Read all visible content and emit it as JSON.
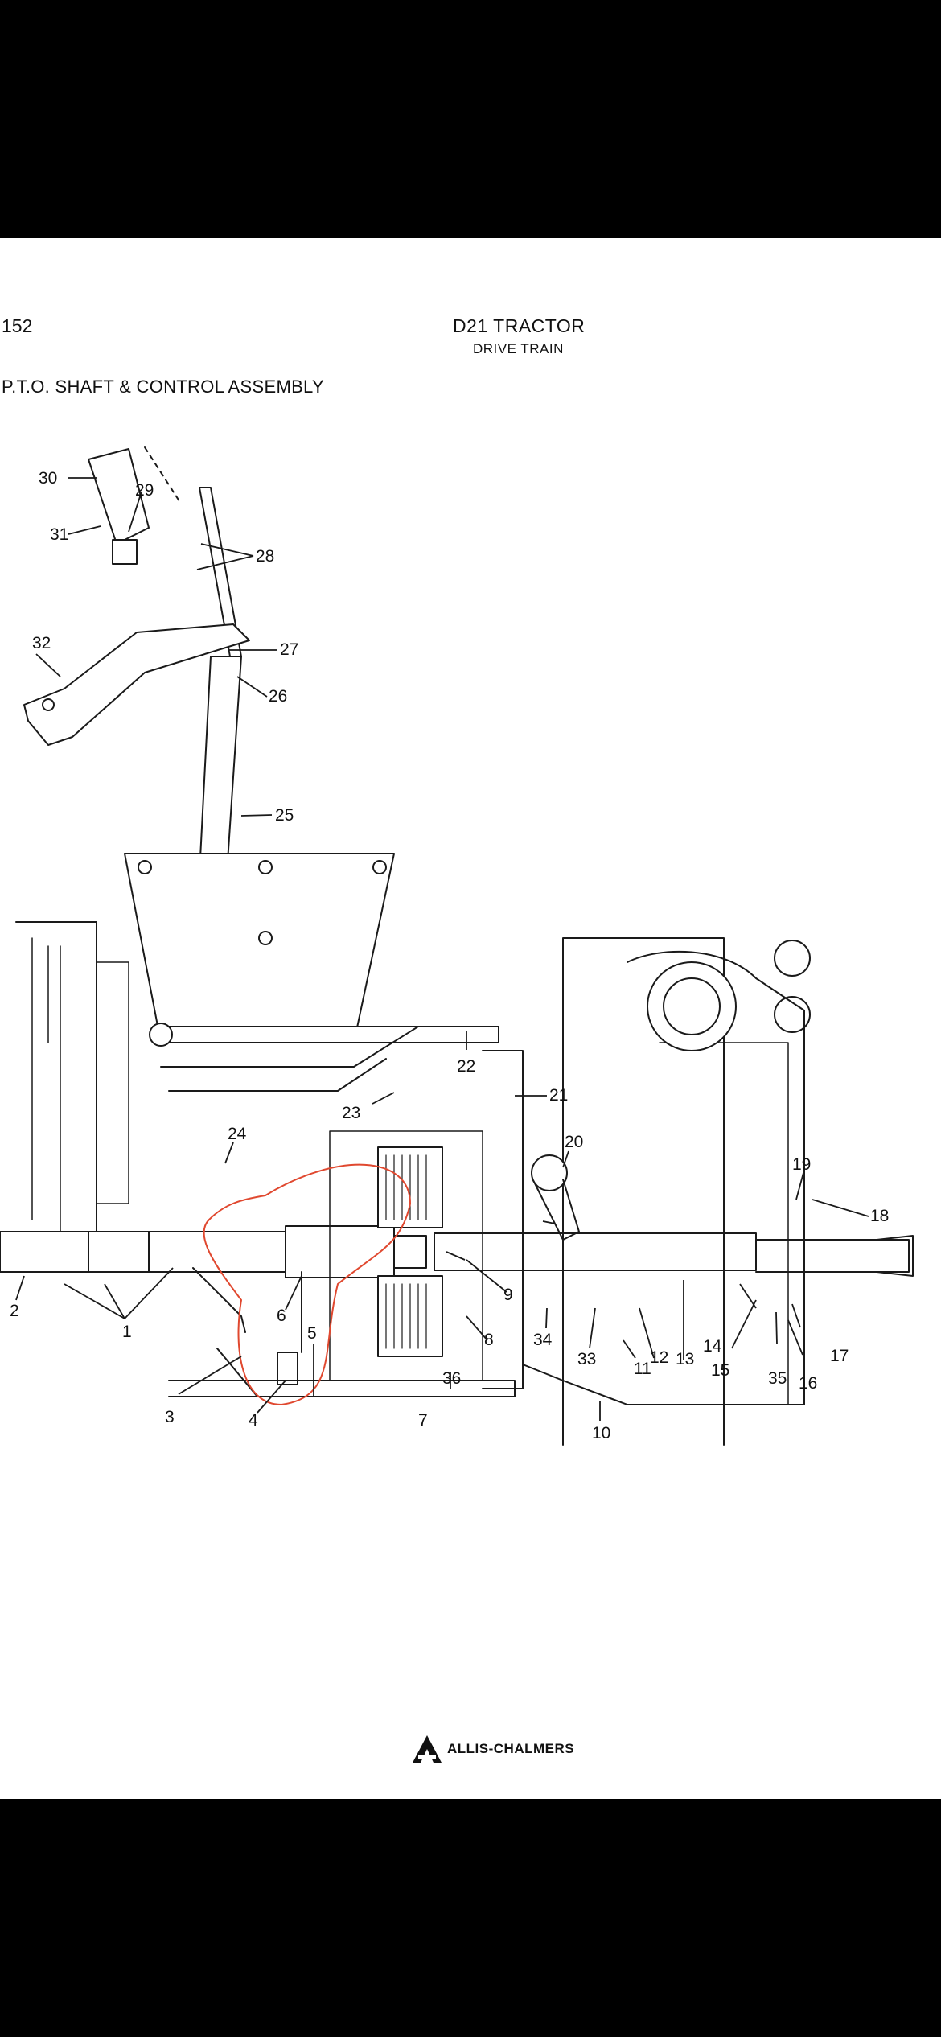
{
  "page": {
    "number": "152",
    "title": "D21 TRACTOR",
    "subtitle": "DRIVE TRAIN",
    "section": "P.T.O. SHAFT & CONTROL ASSEMBLY"
  },
  "callouts": [
    "1",
    "2",
    "3",
    "4",
    "5",
    "6",
    "7",
    "8",
    "9",
    "10",
    "11",
    "12",
    "13",
    "14",
    "15",
    "16",
    "17",
    "18",
    "19",
    "20",
    "21",
    "22",
    "23",
    "24",
    "25",
    "26",
    "27",
    "28",
    "29",
    "30",
    "31",
    "32",
    "33",
    "34",
    "35",
    "36"
  ],
  "brand": {
    "name": "ALLIS-CHALMERS"
  },
  "colors": {
    "annotation": "#e0482f",
    "ink": "#1a1a1a",
    "background": "#ffffff",
    "frame": "#000000"
  }
}
